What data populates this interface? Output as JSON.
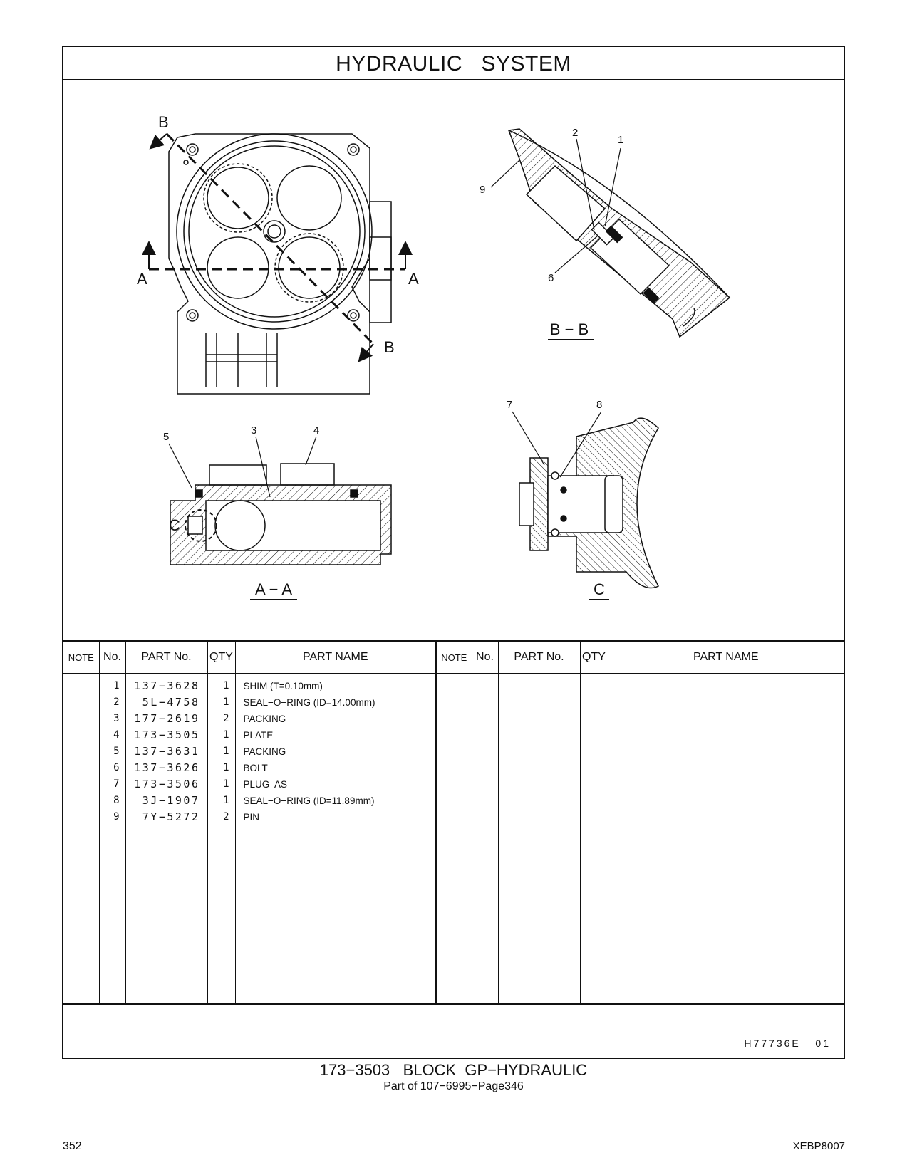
{
  "title": "HYDRAULIC   SYSTEM",
  "drawing": {
    "section_marks": [
      "A",
      "A",
      "B",
      "B",
      "C"
    ],
    "view_labels": {
      "bb": "B − B",
      "aa": "A − A",
      "c": "C"
    },
    "callouts": [
      "1",
      "2",
      "3",
      "4",
      "5",
      "6",
      "7",
      "8",
      "9"
    ]
  },
  "table": {
    "headers": {
      "note": "NOTE",
      "no": "No.",
      "part_no": "PART No.",
      "qty": "QTY",
      "part_name": "PART NAME"
    },
    "rows": [
      {
        "no": "1",
        "part_no": "137−3628",
        "qty": "1",
        "name": "SHIM (T=0.10mm)"
      },
      {
        "no": "2",
        "part_no": "5L−4758",
        "qty": "1",
        "name": "SEAL−O−RING (ID=14.00mm)"
      },
      {
        "no": "3",
        "part_no": "177−2619",
        "qty": "2",
        "name": "PACKING"
      },
      {
        "no": "4",
        "part_no": "173−3505",
        "qty": "1",
        "name": "PLATE"
      },
      {
        "no": "5",
        "part_no": "137−3631",
        "qty": "1",
        "name": "PACKING"
      },
      {
        "no": "6",
        "part_no": "137−3626",
        "qty": "1",
        "name": "BOLT"
      },
      {
        "no": "7",
        "part_no": "173−3506",
        "qty": "1",
        "name": "PLUG  AS"
      },
      {
        "no": "8",
        "part_no": "3J−1907",
        "qty": "1",
        "name": "SEAL−O−RING (ID=11.89mm)"
      },
      {
        "no": "9",
        "part_no": "7Y−5272",
        "qty": "2",
        "name": "PIN"
      }
    ]
  },
  "reference": "H77736E   01",
  "caption": {
    "line1": "173−3503   BLOCK  GP−HYDRAULIC",
    "line2": "Part of 107−6995−Page346"
  },
  "footer": {
    "page": "352",
    "doc": "XEBP8007"
  }
}
